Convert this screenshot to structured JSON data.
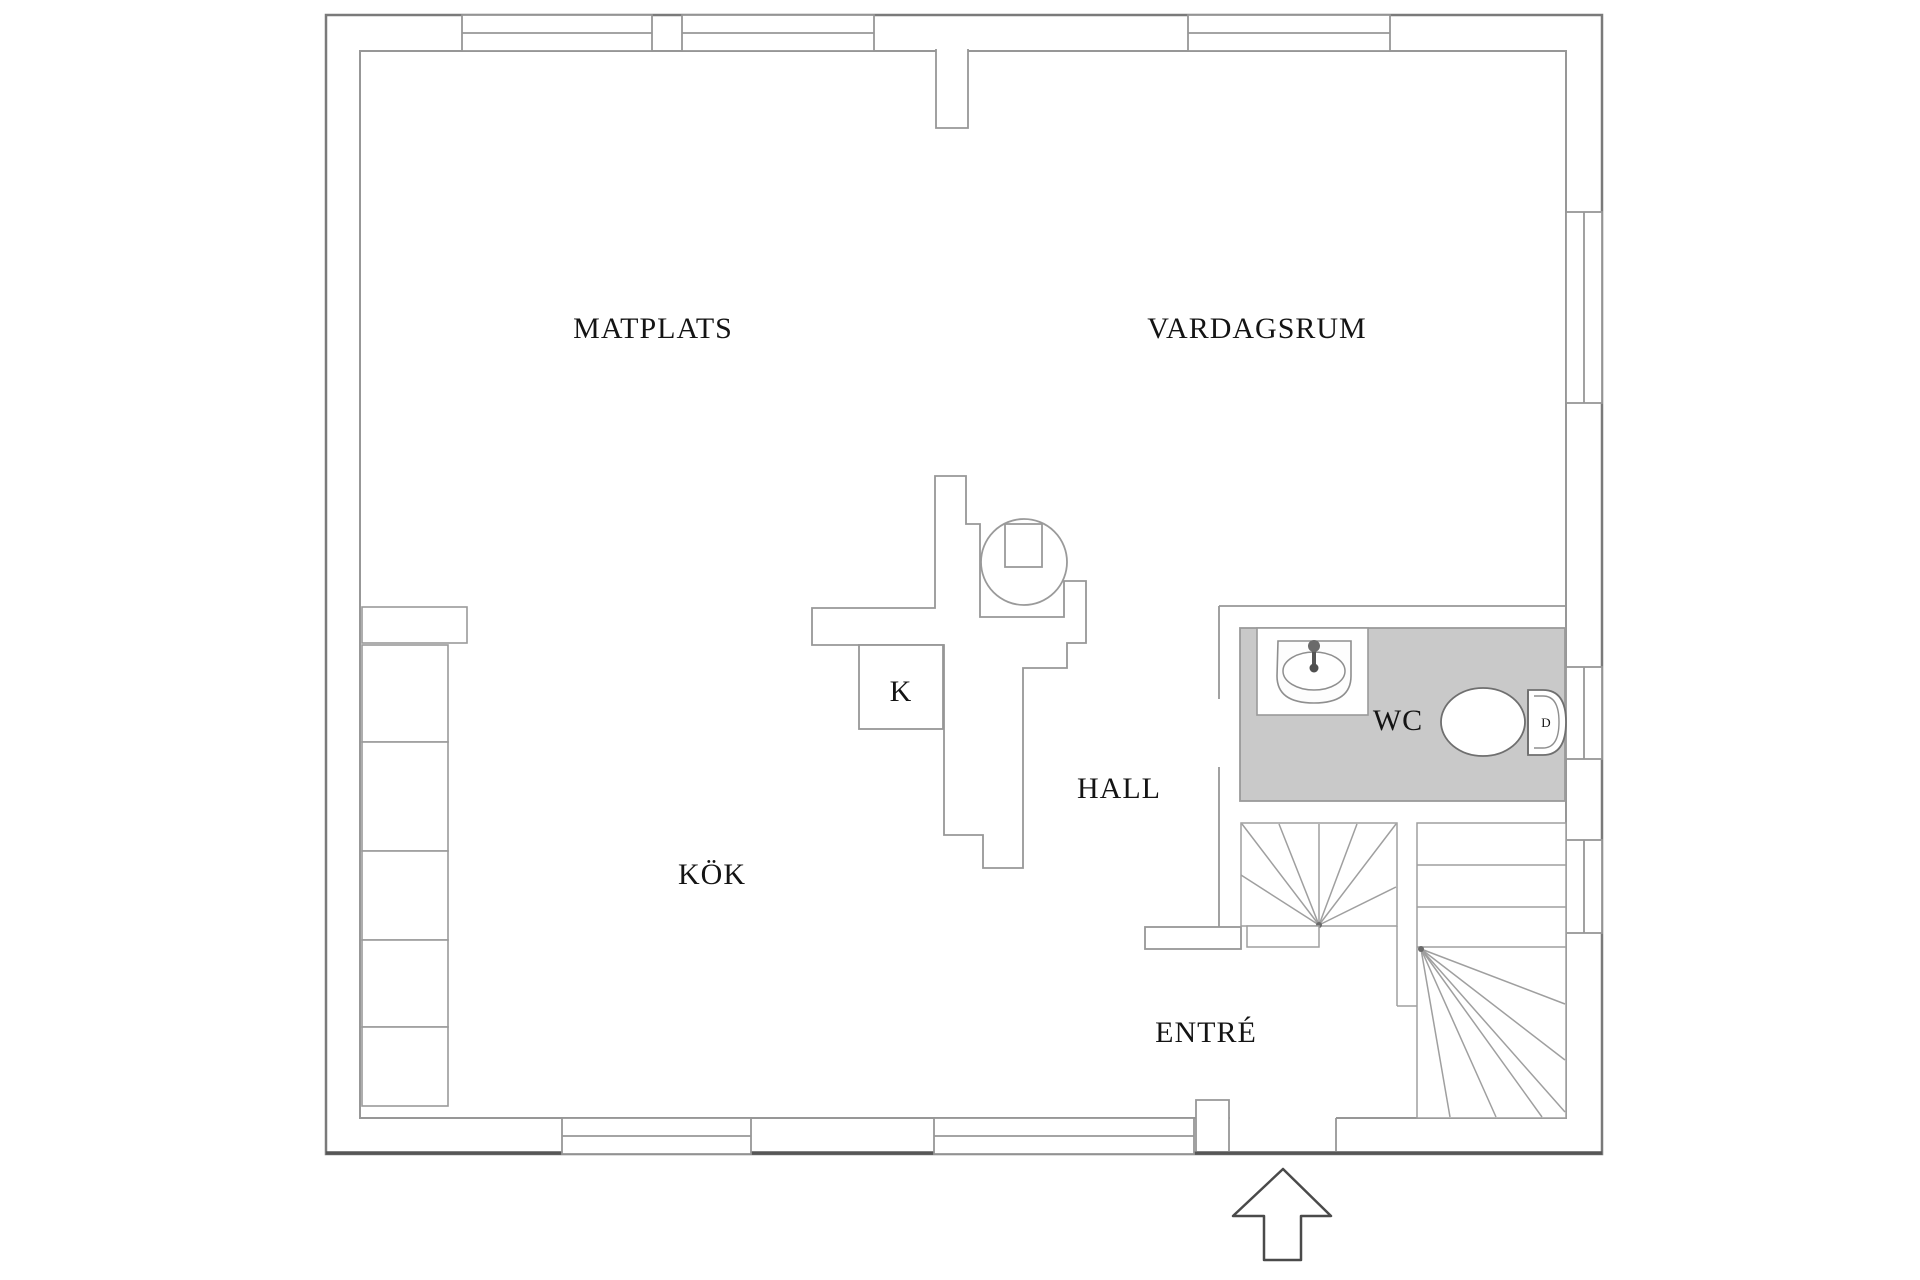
{
  "plan": {
    "type": "floor-plan",
    "rooms": [
      {
        "id": "matplats",
        "label": "MATPLATS"
      },
      {
        "id": "vardagsrum",
        "label": "VARDAGSRUM"
      },
      {
        "id": "kok",
        "label": "KÖK"
      },
      {
        "id": "hall",
        "label": "HALL"
      },
      {
        "id": "entre",
        "label": "ENTRÉ"
      },
      {
        "id": "wc",
        "label": "WC"
      },
      {
        "id": "k_cabinet",
        "label": "K"
      }
    ],
    "fixtures": {
      "toilet_button": "D",
      "sink": "sink",
      "toilet": "toilet",
      "stairs_upper": "winder-stair",
      "stairs_lower": "winder-stair",
      "entrance_arrow_direction": "up"
    },
    "colors": {
      "wall_line": "#8f8f8f",
      "outer_wall_line": "#7a7a7a",
      "heavy_line": "#565656",
      "wc_floor": "#c9c9c9",
      "fixture_line": "#9a9a9a",
      "text": "#141414",
      "background": "#ffffff"
    }
  }
}
